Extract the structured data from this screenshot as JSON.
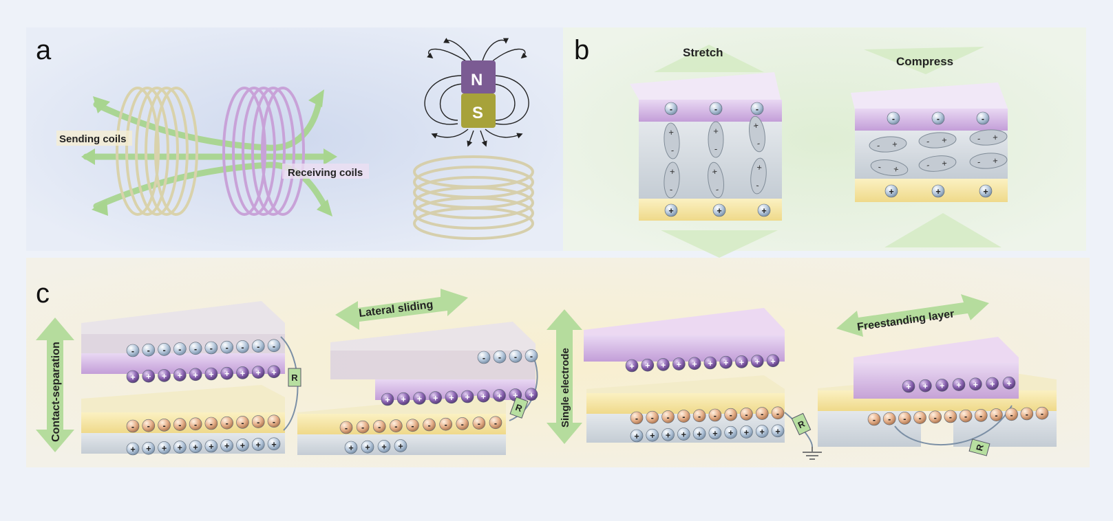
{
  "panels": {
    "a": {
      "letter": "a",
      "sending_label": "Sending coils",
      "receiving_label": "Receiving coils",
      "magnet_north": "N",
      "magnet_south": "S"
    },
    "b": {
      "letter": "b",
      "stretch_label": "Stretch",
      "compress_label": "Compress"
    },
    "c": {
      "letter": "c",
      "mode1_label": "Contact-separation",
      "mode2_label": "Lateral sliding",
      "mode3_label": "Single electrode",
      "mode4_label": "Freestanding layer",
      "load_label": "R"
    }
  },
  "charges": {
    "minus": "-",
    "plus": "+"
  },
  "colors": {
    "panel_a_bg": "#dde5f3",
    "panel_b_bg": "#e6f0dd",
    "panel_c_bg": "#f7f1dc",
    "arrow_green": "#a8d58f",
    "purple_layer": "#c9a8dc",
    "yellow_layer": "#f4e7a6",
    "gray_layer": "#cfd5dc",
    "magnet_n": "#7b5b93",
    "magnet_s": "#a7a23a",
    "minus_ball": "#b9cbe0",
    "plus_ball_purple": "#8a62b0",
    "minus_ball_orange": "#e7b48b",
    "resistor": "#b7dfa0"
  },
  "icons": [
    "coil-icon",
    "magnet-icon",
    "field-line-icon",
    "double-arrow-icon",
    "resistor-icon",
    "ground-icon"
  ]
}
